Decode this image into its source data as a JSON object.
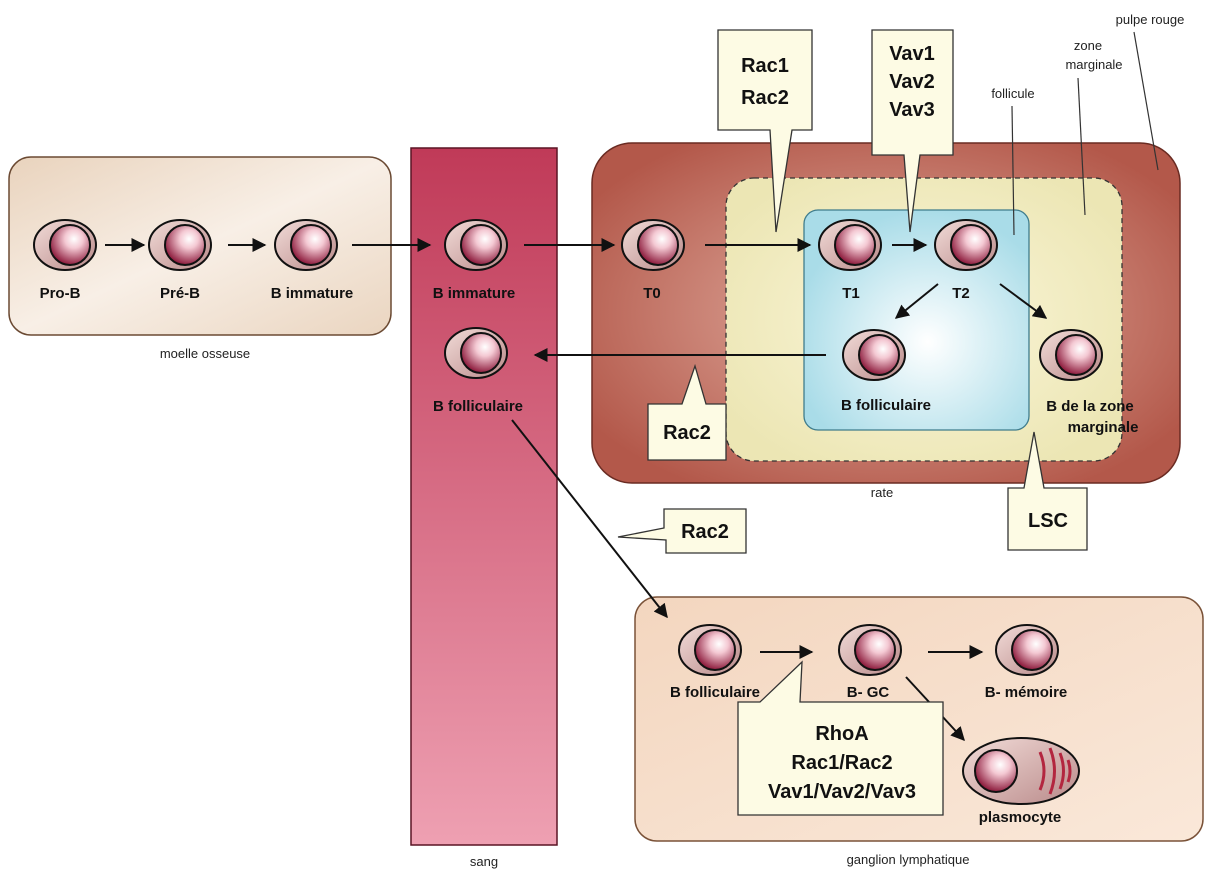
{
  "regions": {
    "bone_marrow": "moelle osseuse",
    "blood": "sang",
    "spleen": "rate",
    "lymph_node": "ganglion lymphatique",
    "red_pulp": "pulpe rouge",
    "marginal_zone": [
      "zone",
      "marginale"
    ],
    "follicle": "follicule"
  },
  "cells": {
    "pro_b": "Pro-B",
    "pre_b": "Pré-B",
    "b_immature_marrow": "B immature",
    "b_immature_blood": "B immature",
    "b_follicular_blood": "B folliculaire",
    "t0": "T0",
    "t1": "T1",
    "t2": "T2",
    "b_follicular_spleen": "B folliculaire",
    "b_marginal": [
      "B de la zone",
      "marginale"
    ],
    "b_follicular_node": "B folliculaire",
    "b_gc": "B- GC",
    "b_memory": "B- mémoire",
    "plasmocyte": "plasmocyte"
  },
  "callouts": {
    "rac12": [
      "Rac1",
      "Rac2"
    ],
    "vav": [
      "Vav1",
      "Vav2",
      "Vav3"
    ],
    "rac2_spleen": "Rac2",
    "rac2_blood": "Rac2",
    "lsc": "LSC",
    "gc": [
      "RhoA",
      "Rac1/Rac2",
      "Vav1/Vav2/Vav3"
    ]
  }
}
